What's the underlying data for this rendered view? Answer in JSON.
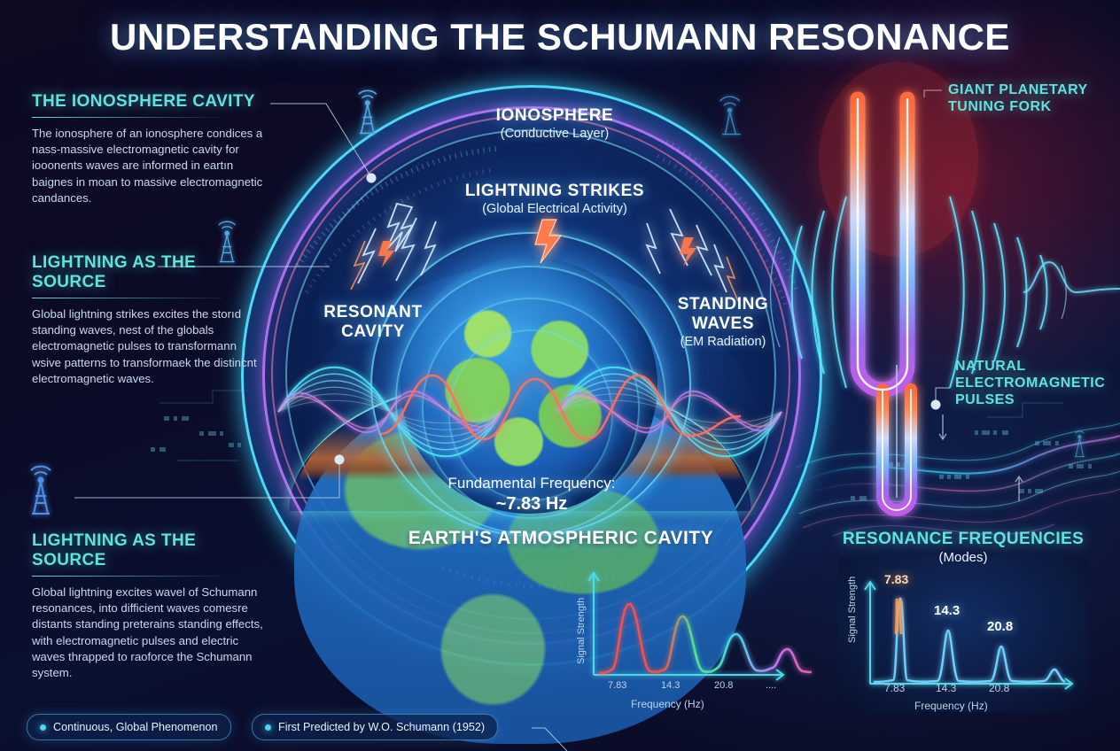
{
  "title": "UNDERSTANDING THE SCHUMANN RESONANCE",
  "left_panels": [
    {
      "heading": "THE IONOSPHERE CAVITY",
      "body": "The ionosphere of an ionosphere condices a nass-massive electromagnetic cavity for iooonents waves are informed in eartın baignes in moan to massive electromagnetic candances."
    },
    {
      "heading": "LIGHTNING AS THE SOURCE",
      "body": "Global lightning strikes excites the storıd standing waves, nest of the globals electromagnetic pulses to transformann wsive patterns to transformaek the distincnt electromagnetic waves."
    },
    {
      "heading": "LIGHTNING AS THE SOURCE",
      "body": "Global lightning excites wavel of Schumann resonances, into difficient waves comesre distants standing preterains standing effects, with electromagnetic pulses and electric waves thrapped to raoforce the Schumann system."
    }
  ],
  "center_labels": {
    "ionosphere": {
      "title": "IONOSPHERE",
      "sub": "(Conductive Layer)"
    },
    "lightning": {
      "title": "LIGHTNING STRIKES",
      "sub": "(Global Electrical Activity)"
    },
    "resonant_cavity": {
      "line1": "RESONANT",
      "line2": "CAVITY"
    },
    "standing_waves": {
      "line1": "STANDING",
      "line2": "WAVES",
      "sub": "(EM Radiation)"
    },
    "fundamental": {
      "label": "Fundamental Frequency:",
      "value": "~7.83 Hz"
    },
    "cavity_title": "EARTH'S ATMOSPHERIC CAVITY"
  },
  "right_labels": {
    "tuning_fork": {
      "line1": "GIANT PLANETARY",
      "line2": "TUNING FORK"
    },
    "em_pulses": {
      "line1": "NATURAL",
      "line2": "ELECTROMAGNETIC",
      "line3": "PULSES"
    }
  },
  "badges": [
    {
      "text": "Continuous, Global Phenomenon"
    },
    {
      "text": "First Predicted by W.O. Schumann (1952)"
    }
  ],
  "colors": {
    "accent_cyan": "#5fe3dd",
    "background": "#0d0a22",
    "ionosphere_ring": "#50e6ff",
    "plasma_ring": "#be78fa",
    "peak_primary": "#ff7a4d",
    "text": "#ccd8ec"
  },
  "chart_data": [
    {
      "id": "spectrum-center",
      "type": "line",
      "title": "",
      "xlabel": "Frequency (Hz)",
      "ylabel": "Signal Strength",
      "x_tick_labels": [
        "7.83",
        "14.3",
        "20.8",
        "...."
      ],
      "peaks": [
        {
          "freq": "7.83",
          "amplitude": 100,
          "color": "#f2514f"
        },
        {
          "freq": "14.3",
          "amplitude": 78,
          "color": "#4fe39a"
        },
        {
          "freq": "20.8",
          "amplitude": 52,
          "color": "#49d2ef"
        },
        {
          "freq": "27.3",
          "amplitude": 30,
          "color": "#c770e6"
        }
      ],
      "grid": false,
      "legend": "none"
    },
    {
      "id": "resonance-frequencies",
      "type": "line",
      "title": "RESONANCE FREQUENCIES",
      "subtitle": "(Modes)",
      "xlabel": "Frequency (Hz)",
      "ylabel": "Signal Strength",
      "x_tick_labels": [
        "7.83",
        "14.3",
        "20.8"
      ],
      "peak_value_labels": [
        "7.83",
        "14.3",
        "20.8"
      ],
      "peaks": [
        {
          "freq": "7.83",
          "amplitude": 100,
          "color": "#ff9a5a"
        },
        {
          "freq": "14.3",
          "amplitude": 58,
          "color": "#6fd0fb"
        },
        {
          "freq": "20.8",
          "amplitude": 37,
          "color": "#6fd0fb"
        },
        {
          "freq": "27.3",
          "amplitude": 11,
          "color": "#6fd0fb"
        }
      ],
      "grid": false,
      "legend": "none"
    }
  ]
}
